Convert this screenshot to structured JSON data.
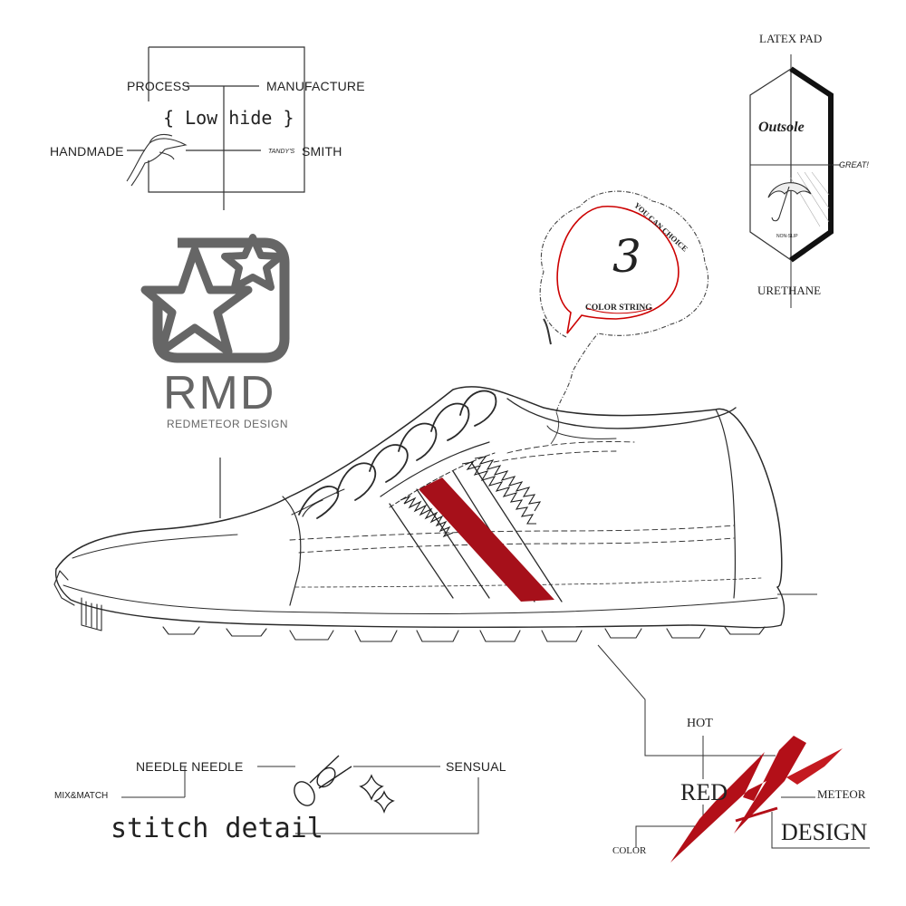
{
  "process_block": {
    "process": "PROCESS",
    "manufacture": "MANUFACTURE",
    "material": "{ Low hide }",
    "handmade": "HANDMADE",
    "signature": "TANDY'S",
    "smith": "SMITH"
  },
  "logo": {
    "mark": "RMD",
    "brand": "REDMETEOR DESIGN"
  },
  "outsole_block": {
    "top": "LATEX PAD",
    "title": "Outsole",
    "note": "GREAT!",
    "non_slip": "NON-SLIP",
    "bottom": "URETHANE"
  },
  "string_bubble": {
    "choice": "YOU CAN CHOICE",
    "number": "3",
    "label": "COLOR STRING"
  },
  "stitch_block": {
    "left": "NEEDLE NEEDLE",
    "right": "SENSUAL",
    "mix": "MIX&MATCH",
    "title": "stitch detail"
  },
  "red_block": {
    "hot": "HOT",
    "red": "RED",
    "meteor": "METEOR",
    "design": "DESIGN",
    "color": "COLOR"
  },
  "colors": {
    "ink": "#222222",
    "accent_red": "#b0121a",
    "logo_gray": "#666666"
  }
}
